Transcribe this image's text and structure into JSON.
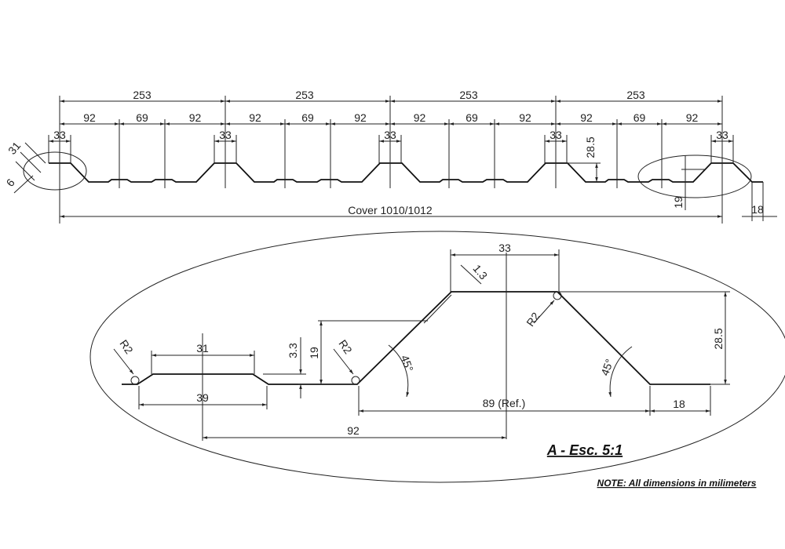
{
  "top_view": {
    "module_widths": [
      "253",
      "253",
      "253",
      "253"
    ],
    "sub_widths": [
      "92",
      "69",
      "92"
    ],
    "crest_width": "33",
    "rib_height": "28.5",
    "pan_height": "19",
    "edge_width": "18",
    "skew_dim_a": "31",
    "skew_dim_b": "6",
    "cover_label": "Cover 1010/1012"
  },
  "detail_view": {
    "crest": "33",
    "thickness": "1.3",
    "radius": "R2",
    "angle": "45°",
    "height": "28.5",
    "pan_rise": "19",
    "stiffener_rise": "3.3",
    "stiffener_top": "31",
    "stiffener_base": "39",
    "pitch": "92",
    "slope_ref": "89 (Ref.)",
    "edge": "18",
    "title": "A  - Esc. 5:1"
  },
  "note": "NOTE: All dimensions in milimeters"
}
